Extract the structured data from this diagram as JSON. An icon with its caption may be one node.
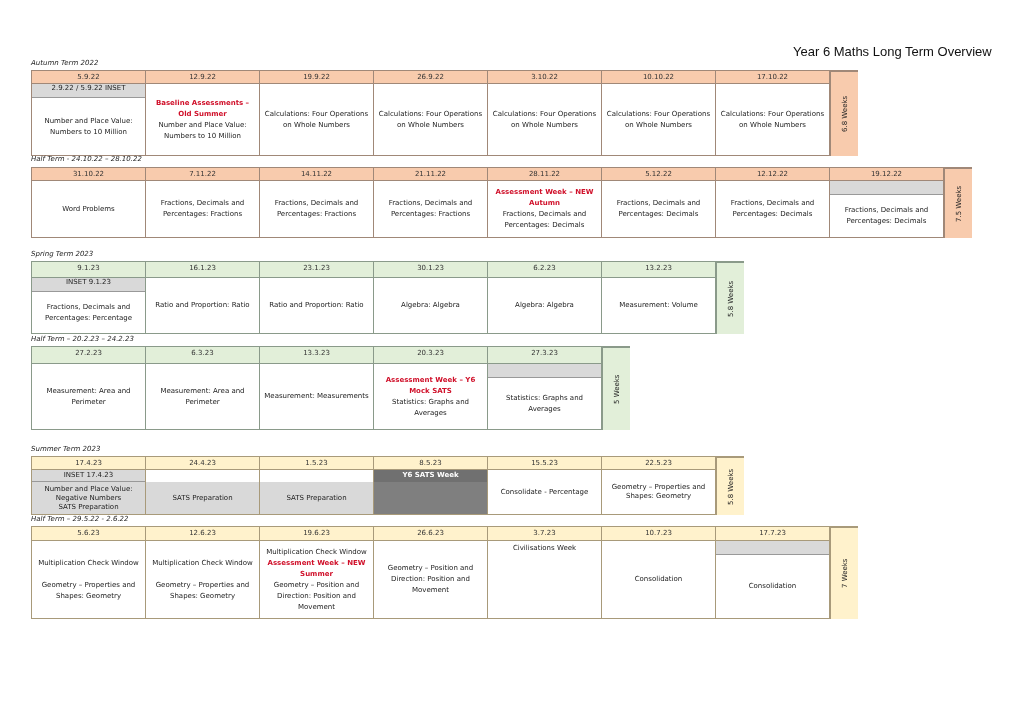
{
  "diagram": {
    "title": "Year 6 Maths Long Term Overview",
    "labels": [
      "Autumn Term 2022",
      "5.9.22",
      "12.9.22",
      "19.9.22",
      "26.9.22",
      "3.10.22",
      "10.10.22",
      "17.10.22",
      "2.9.22 / 5.9.22 INSET",
      "Number and Place Value: Numbers to 10 Million",
      "Baseline Assessments – Old Summer",
      "Number and Place Value: Numbers to 10 Million",
      "Calculations: Four Operations on Whole Numbers",
      "Calculations: Four Operations on Whole Numbers",
      "Calculations: Four Operations on Whole Numbers",
      "Calculations: Four Operations on Whole Numbers",
      "Calculations: Four Operations on Whole Numbers",
      "6.8 Weeks",
      "Half Term - 24.10.22 – 28.10.22",
      "31.10.22",
      "7.11.22",
      "14.11.22",
      "21.11.22",
      "28.11.22",
      "5.12.22",
      "12.12.22",
      "19.12.22",
      "Word Problems",
      "Fractions, Decimals and Percentages: Fractions",
      "Fractions, Decimals and Percentages: Fractions",
      "Fractions, Decimals and Percentages: Fractions",
      "Assessment Week – NEW Autumn",
      "Fractions, Decimals and Percentages: Decimals",
      "Fractions, Decimals and Percentages: Decimals",
      "Fractions, Decimals and Percentages: Decimals",
      "Fractions, Decimals and Percentages: Decimals",
      "7.5 Weeks",
      "Spring Term 2023",
      "9.1.23",
      "16.1.23",
      "23.1.23",
      "30.1.23",
      "6.2.23",
      "13.2.23",
      "INSET 9.1.23",
      "Fractions, Decimals and Percentages: Percentage",
      "Ratio and Proportion: Ratio",
      "Ratio and Proportion: Ratio",
      "Algebra: Algebra",
      "Algebra: Algebra",
      "Measurement: Volume",
      "5.8 Weeks",
      "Half Term – 20.2.23 – 24.2.23",
      "27.2.23",
      "6.3.23",
      "13.3.23",
      "20.3.23",
      "27.3.23",
      "Measurement: Area and Perimeter",
      "Measurement: Area and Perimeter",
      "Measurement: Measurements",
      "Assessment Week – Y6 Mock SATS",
      "Statistics: Graphs and Averages",
      "Statistics: Graphs and Averages",
      "5 Weeks",
      "Summer Term 2023",
      "17.4.23",
      "24.4.23",
      "1.5.23",
      "8.5.23",
      "15.5.23",
      "22.5.23",
      "INSET 17.4.23",
      "Number and Place Value: Negative Numbers",
      "SATS Preparation",
      "SATS Preparation",
      "SATS Preparation",
      "Y6 SATS Week",
      "Consolidate - Percentage",
      "Geometry – Properties and Shapes: Geometry",
      "5.8 Weeks",
      "Half Term – 29.5.22 - 2.6.22",
      "5.6.23",
      "12.6.23",
      "19.6.23",
      "26.6.23",
      "3.7.23",
      "10.7.23",
      "17.7.23",
      "Multiplication Check Window",
      "Geometry – Properties and Shapes: Geometry",
      "Multiplication Check Window",
      "Geometry – Properties and Shapes: Geometry",
      "Multiplication Check Window",
      "Assessment Week – NEW Summer",
      "Geometry – Position and Direction: Position and Movement",
      "Geometry – Position and Direction: Position and Movement",
      "Civilisations Week",
      "Consolidation",
      "Consolidation",
      "7 Weeks"
    ]
  }
}
